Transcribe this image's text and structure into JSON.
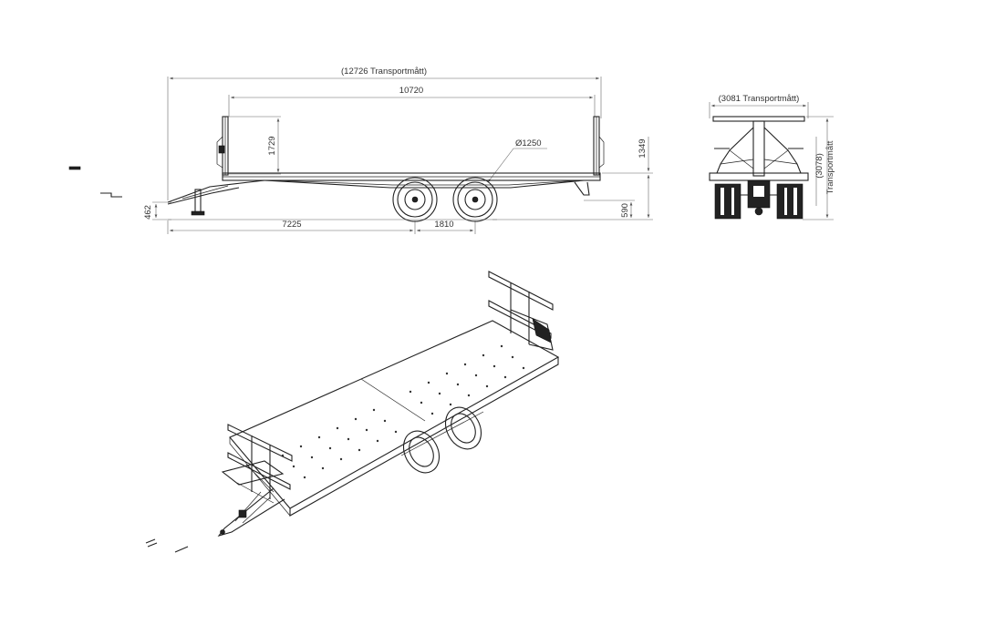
{
  "side_view": {
    "transport_length": "(12726 Transportmått)",
    "bed_length": "10720",
    "side_height": "1729",
    "wheel_diameter": "Ø1250",
    "total_height": "1349",
    "hitch_height": "462",
    "ground_clearance": "590",
    "hitch_to_axle": "7225",
    "axle_spacing": "1810"
  },
  "rear_view": {
    "transport_width": "(3081 Transportmått)",
    "transport_height": "(3078)",
    "transport_height_label": "Transportmått"
  },
  "colors": {
    "line": "#222222",
    "dimension": "#666666",
    "background": "#ffffff"
  }
}
